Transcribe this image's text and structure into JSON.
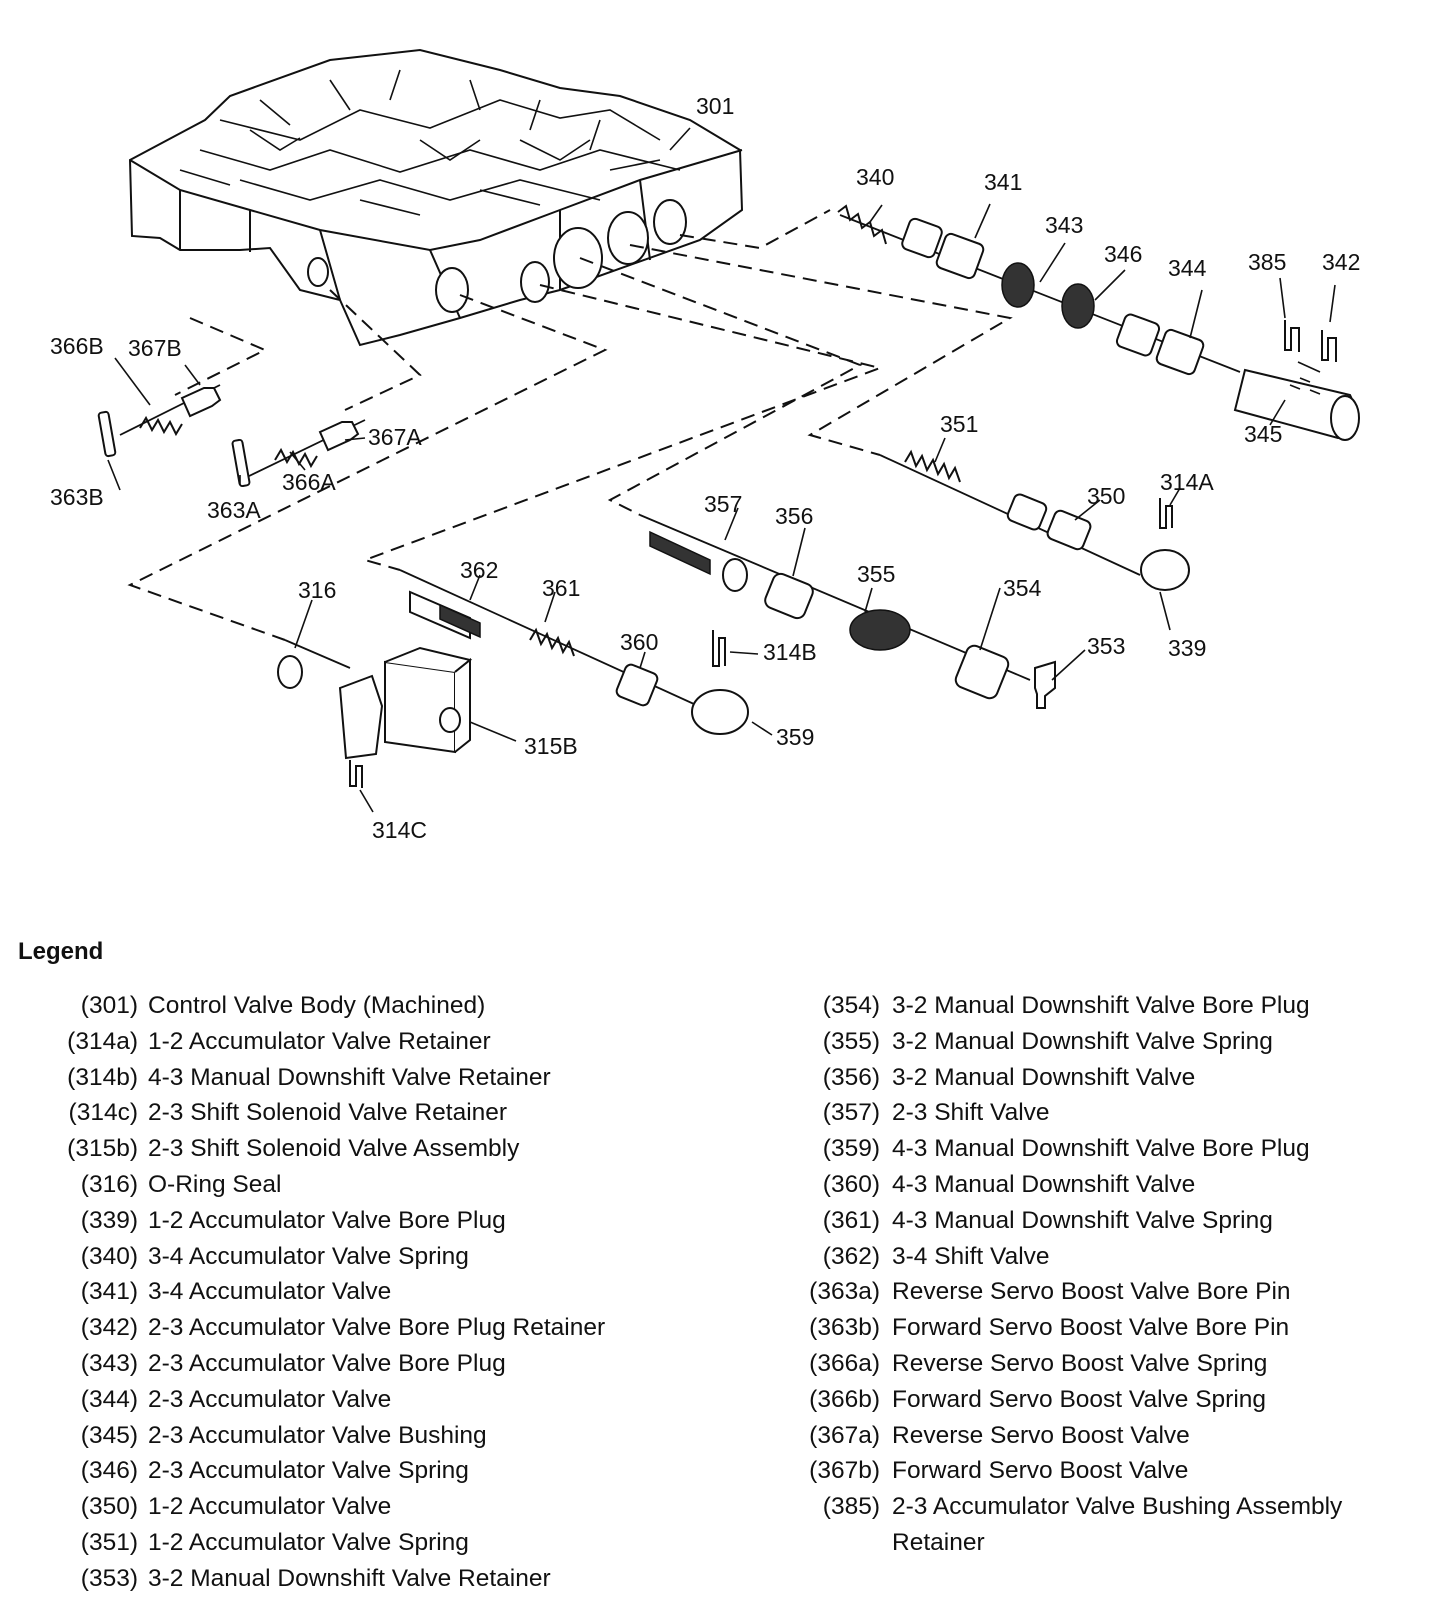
{
  "diagram": {
    "callouts": {
      "c301": "301",
      "c340": "340",
      "c341": "341",
      "c343": "343",
      "c346": "346",
      "c344": "344",
      "c385": "385",
      "c342": "342",
      "c345": "345",
      "c366B": "366B",
      "c367B": "367B",
      "c367A": "367A",
      "c366A": "366A",
      "c363A": "363A",
      "c363B": "363B",
      "c351": "351",
      "c350": "350",
      "c314A": "314A",
      "c339": "339",
      "c357": "357",
      "c356": "356",
      "c355": "355",
      "c354": "354",
      "c353": "353",
      "c362": "362",
      "c361": "361",
      "c360": "360",
      "c314B": "314B",
      "c359": "359",
      "c316": "316",
      "c315B": "315B",
      "c314C": "314C"
    }
  },
  "legend": {
    "title": "Legend",
    "left": [
      {
        "code": "(301)",
        "desc": "Control Valve Body (Machined)"
      },
      {
        "code": "(314a)",
        "desc": "1-2 Accumulator Valve Retainer"
      },
      {
        "code": "(314b)",
        "desc": "4-3 Manual Downshift Valve Retainer"
      },
      {
        "code": "(314c)",
        "desc": "2-3 Shift Solenoid Valve Retainer"
      },
      {
        "code": "(315b)",
        "desc": "2-3 Shift Solenoid Valve Assembly"
      },
      {
        "code": "(316)",
        "desc": "O-Ring Seal"
      },
      {
        "code": "(339)",
        "desc": "1-2 Accumulator Valve Bore Plug"
      },
      {
        "code": "(340)",
        "desc": "3-4 Accumulator Valve Spring"
      },
      {
        "code": "(341)",
        "desc": "3-4 Accumulator Valve"
      },
      {
        "code": "(342)",
        "desc": "2-3 Accumulator Valve Bore Plug Retainer"
      },
      {
        "code": "(343)",
        "desc": "2-3 Accumulator Valve Bore Plug"
      },
      {
        "code": "(344)",
        "desc": "2-3 Accumulator Valve"
      },
      {
        "code": "(345)",
        "desc": "2-3 Accumulator Valve Bushing"
      },
      {
        "code": "(346)",
        "desc": "2-3 Accumulator Valve Spring"
      },
      {
        "code": "(350)",
        "desc": "1-2 Accumulator Valve"
      },
      {
        "code": "(351)",
        "desc": "1-2 Accumulator Valve Spring"
      },
      {
        "code": "(353)",
        "desc": "3-2 Manual Downshift Valve Retainer"
      }
    ],
    "right": [
      {
        "code": "(354)",
        "desc": "3-2 Manual Downshift Valve Bore Plug"
      },
      {
        "code": "(355)",
        "desc": "3-2 Manual Downshift Valve Spring"
      },
      {
        "code": "(356)",
        "desc": "3-2 Manual Downshift Valve"
      },
      {
        "code": "(357)",
        "desc": "2-3 Shift Valve"
      },
      {
        "code": "(359)",
        "desc": "4-3 Manual Downshift Valve Bore Plug"
      },
      {
        "code": "(360)",
        "desc": "4-3 Manual Downshift Valve"
      },
      {
        "code": "(361)",
        "desc": "4-3 Manual Downshift Valve Spring"
      },
      {
        "code": "(362)",
        "desc": "3-4 Shift Valve"
      },
      {
        "code": "(363a)",
        "desc": "Reverse Servo Boost Valve Bore Pin"
      },
      {
        "code": "(363b)",
        "desc": "Forward Servo Boost Valve Bore Pin"
      },
      {
        "code": "(366a)",
        "desc": "Reverse Servo Boost Valve Spring"
      },
      {
        "code": "(366b)",
        "desc": "Forward Servo Boost Valve Spring"
      },
      {
        "code": "(367a)",
        "desc": "Reverse Servo Boost Valve"
      },
      {
        "code": "(367b)",
        "desc": "Forward Servo Boost Valve"
      },
      {
        "code": "(385)",
        "desc": "2-3 Accumulator Valve Bushing Assembly Retainer"
      }
    ]
  }
}
